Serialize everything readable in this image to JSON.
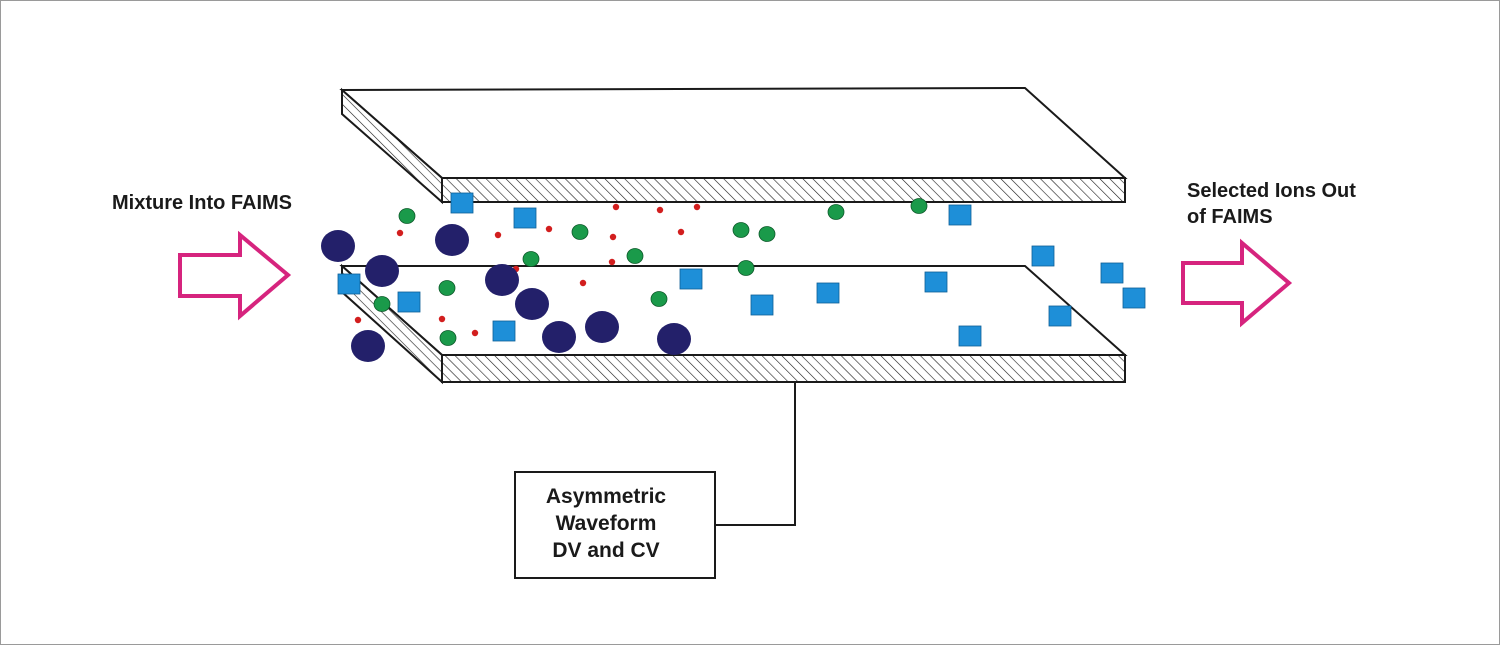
{
  "diagram": {
    "input_label": "Mixture Into FAIMS",
    "output_label_line1": "Selected Ions Out",
    "output_label_line2": "of FAIMS",
    "waveform_box": {
      "line1": "Asymmetric",
      "line2": "Waveform",
      "line3": "DV and CV"
    }
  },
  "colors": {
    "arrow": "#d6247e",
    "large_ion": "#23206a",
    "medium_ion": "#1a9a4a",
    "small_ion": "#d21e1e",
    "selected_ion": "#1e8fd8",
    "outline": "#1a1a1a"
  },
  "icons": {
    "input_arrow": "hollow-arrow-right-icon",
    "output_arrow": "hollow-arrow-right-icon"
  }
}
